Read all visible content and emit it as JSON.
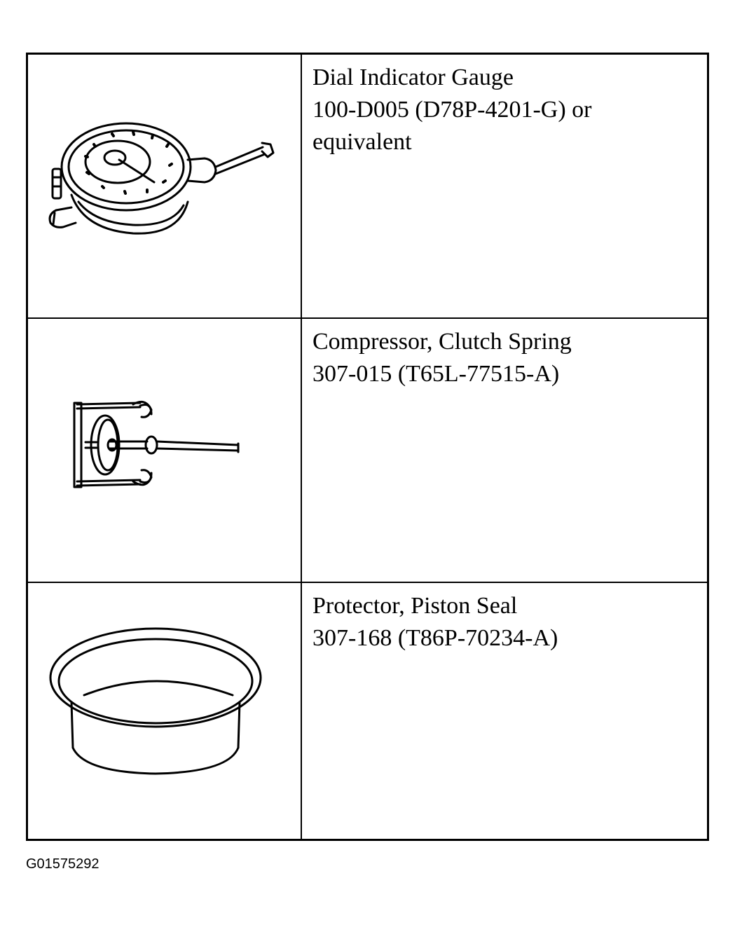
{
  "tools": [
    {
      "name": "Dial Indicator Gauge",
      "detail": "100-D005 (D78P-4201-G) or\nequivalent",
      "icon": "dial-indicator-gauge-icon"
    },
    {
      "name": "Compressor, Clutch Spring",
      "detail": "307-015 (T65L-77515-A)",
      "icon": "clutch-spring-compressor-icon"
    },
    {
      "name": "Protector, Piston Seal",
      "detail": "307-168 (T86P-70234-A)",
      "icon": "piston-seal-protector-icon"
    }
  ],
  "graphic_id": "G01575292"
}
